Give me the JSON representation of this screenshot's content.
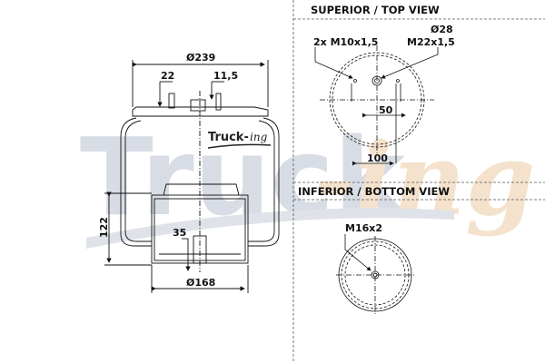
{
  "watermark": {
    "main": "Truck",
    "suffix": "-ing"
  },
  "logo": {
    "main": "Truck-",
    "suffix": "ing"
  },
  "side_view": {
    "top_diameter": "Ø239",
    "dim_22": "22",
    "dim_11_5": "11,5",
    "height": "122",
    "dim_35": "35",
    "bottom_diameter": "Ø168"
  },
  "top_view": {
    "title": "SUPERIOR / TOP VIEW",
    "bolts": "2x M10x1,5",
    "port_diameter": "Ø28",
    "port_thread": "M22x1,5",
    "dim_50": "50",
    "dim_100": "100"
  },
  "bottom_view": {
    "title": "INFERIOR / BOTTOM VIEW",
    "thread": "M16x2"
  }
}
